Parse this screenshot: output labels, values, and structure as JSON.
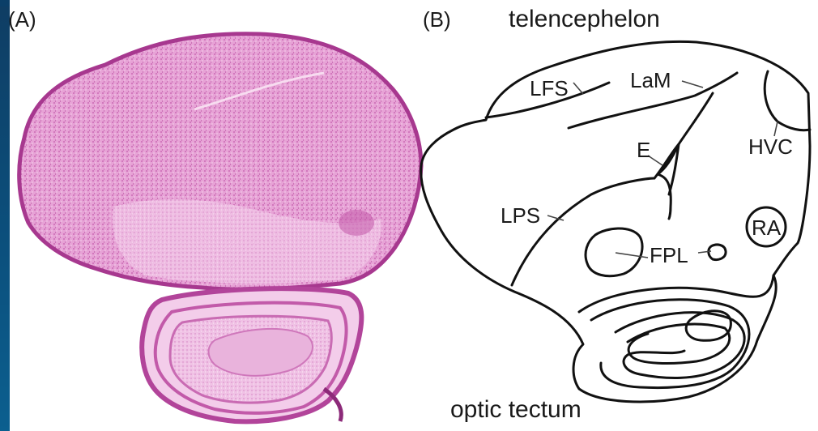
{
  "panels": {
    "a_label": "(A)",
    "b_label": "(B)"
  },
  "diagram": {
    "title_top": "telencephelon",
    "title_bottom": "optic tectum",
    "labels": {
      "lfs": "LFS",
      "lam": "LaM",
      "hvc": "HVC",
      "e": "E",
      "lps": "LPS",
      "ra": "RA",
      "fpl": "FPL"
    }
  },
  "colors": {
    "tissue_stain": "#d77cc0",
    "tissue_dark": "#b6479f",
    "outline": "#111111",
    "background": "#0b4f7c"
  }
}
